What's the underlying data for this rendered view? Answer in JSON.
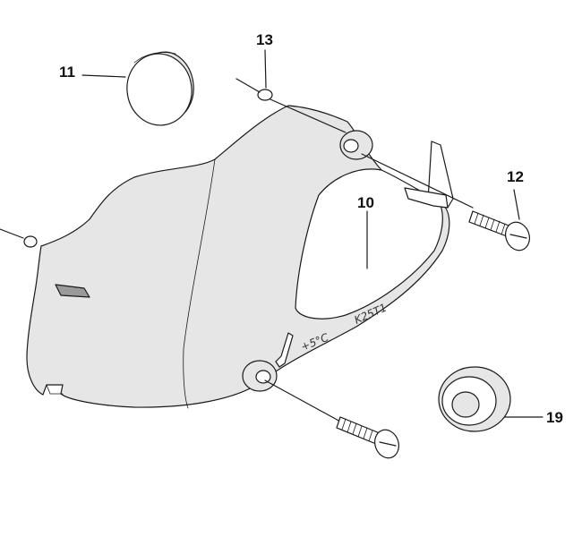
{
  "diagram": {
    "callouts": [
      {
        "id": "11",
        "label": "11",
        "part": "plug"
      },
      {
        "id": "13",
        "label": "13",
        "part": "o-ring"
      },
      {
        "id": "12",
        "label": "12",
        "part": "screw"
      },
      {
        "id": "10",
        "label": "10",
        "part": "cover"
      },
      {
        "id": "19",
        "label": "19",
        "part": "rubber-grommet"
      }
    ],
    "embossed_text": {
      "temperature": "+5°C",
      "model": "K25T1"
    }
  }
}
